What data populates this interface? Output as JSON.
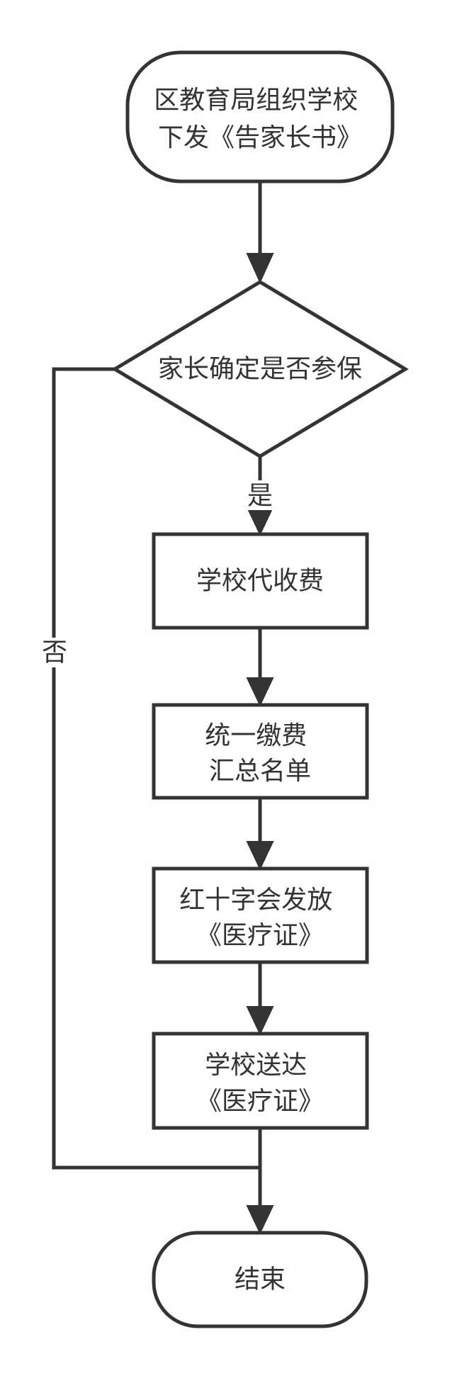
{
  "diagram": {
    "nodes": {
      "start": {
        "lines": [
          "区教育局组织学校",
          "下发《告家长书》"
        ]
      },
      "decision": {
        "lines": [
          "家长确定是否参保"
        ]
      },
      "collect": {
        "lines": [
          "学校代收费"
        ]
      },
      "summary": {
        "lines": [
          "统一缴费",
          "汇总名单"
        ]
      },
      "issue": {
        "lines": [
          "红十字会发放",
          "《医疗证》"
        ]
      },
      "deliver": {
        "lines": [
          "学校送达",
          "《医疗证》"
        ]
      },
      "end": {
        "lines": [
          "结束"
        ]
      }
    },
    "edges": {
      "yes": {
        "label": "是"
      },
      "no": {
        "label": "否"
      }
    }
  }
}
